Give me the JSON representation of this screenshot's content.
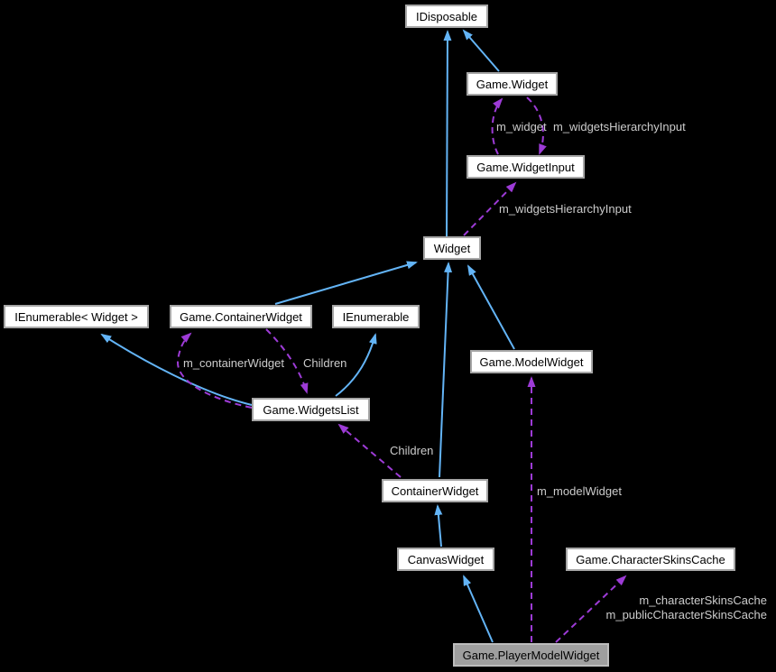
{
  "diagram": {
    "type": "collaboration-graph",
    "nodes": [
      {
        "id": "idisposable",
        "label": "IDisposable"
      },
      {
        "id": "game-widget",
        "label": "Game.Widget"
      },
      {
        "id": "game-widgetinput",
        "label": "Game.WidgetInput"
      },
      {
        "id": "widget",
        "label": "Widget"
      },
      {
        "id": "ienumerable-widget",
        "label": "IEnumerable< Widget >"
      },
      {
        "id": "game-containerwidget",
        "label": "Game.ContainerWidget"
      },
      {
        "id": "ienumerable",
        "label": "IEnumerable"
      },
      {
        "id": "game-widgetslist",
        "label": "Game.WidgetsList"
      },
      {
        "id": "game-modelwidget",
        "label": "Game.ModelWidget"
      },
      {
        "id": "containerwidget",
        "label": "ContainerWidget"
      },
      {
        "id": "canvaswidget",
        "label": "CanvasWidget"
      },
      {
        "id": "game-characterskinscache",
        "label": "Game.CharacterSkinsCache"
      },
      {
        "id": "game-playermodelwidget",
        "label": "Game.PlayerModelWidget",
        "highlighted": true
      }
    ],
    "edge_labels": [
      {
        "text": "m_widget"
      },
      {
        "text": "m_widgetsHierarchyInput"
      },
      {
        "text": "m_widgetsHierarchyInput"
      },
      {
        "text": "m_containerWidget"
      },
      {
        "text": "Children"
      },
      {
        "text": "Children"
      },
      {
        "text": "m_modelWidget"
      },
      {
        "text": "m_characterSkinsCache"
      },
      {
        "text": "m_publicCharacterSkinsCache"
      }
    ],
    "edges": [
      {
        "from": "Widget",
        "to": "IDisposable",
        "type": "inheritance"
      },
      {
        "from": "Game.Widget",
        "to": "IDisposable",
        "type": "inheritance"
      },
      {
        "from": "Game.WidgetInput",
        "to": "Game.Widget",
        "type": "usage",
        "label": "m_widget"
      },
      {
        "from": "Game.Widget",
        "to": "Game.WidgetInput",
        "type": "usage",
        "label": "m_widgetsHierarchyInput"
      },
      {
        "from": "Widget",
        "to": "Game.WidgetInput",
        "type": "usage",
        "label": "m_widgetsHierarchyInput"
      },
      {
        "from": "Game.ContainerWidget",
        "to": "Widget",
        "type": "inheritance"
      },
      {
        "from": "ContainerWidget",
        "to": "Widget",
        "type": "inheritance"
      },
      {
        "from": "Game.ModelWidget",
        "to": "Widget",
        "type": "inheritance"
      },
      {
        "from": "Game.WidgetsList",
        "to": "IEnumerable< Widget >",
        "type": "inheritance"
      },
      {
        "from": "Game.WidgetsList",
        "to": "IEnumerable",
        "type": "inheritance"
      },
      {
        "from": "Game.WidgetsList",
        "to": "Game.ContainerWidget",
        "type": "usage",
        "label": "m_containerWidget"
      },
      {
        "from": "Game.ContainerWidget",
        "to": "Game.WidgetsList",
        "type": "usage",
        "label": "Children"
      },
      {
        "from": "ContainerWidget",
        "to": "Game.WidgetsList",
        "type": "usage",
        "label": "Children"
      },
      {
        "from": "CanvasWidget",
        "to": "ContainerWidget",
        "type": "inheritance"
      },
      {
        "from": "Game.PlayerModelWidget",
        "to": "CanvasWidget",
        "type": "inheritance"
      },
      {
        "from": "Game.PlayerModelWidget",
        "to": "Game.ModelWidget",
        "type": "usage",
        "label": "m_modelWidget"
      },
      {
        "from": "Game.PlayerModelWidget",
        "to": "Game.CharacterSkinsCache",
        "type": "usage",
        "label": "m_characterSkinsCache m_publicCharacterSkinsCache"
      }
    ],
    "colors": {
      "background": "#000000",
      "inheritance_edge": "#63b4f6",
      "usage_edge": "#9d3bd6",
      "node_fill": "#ffffff",
      "node_border": "#a6a6a6",
      "node_text": "#000000",
      "highlight_fill": "#9f9f9f",
      "highlight_border": "#bdbdbd",
      "edge_label_color": "#cccccc"
    }
  }
}
